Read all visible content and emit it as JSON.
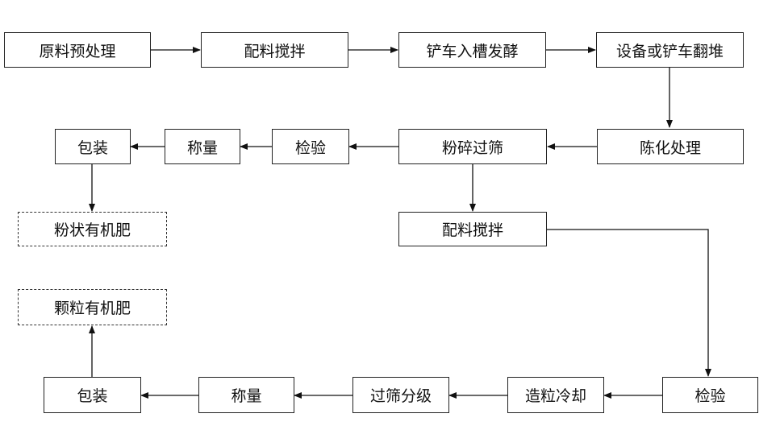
{
  "boxes": {
    "raw_pretreatment": "原料预处理",
    "mix_stir_1": "配料搅拌",
    "loader_tank_ferment": "铲车入槽发酵",
    "equip_loader_turn": "设备或铲车翻堆",
    "aging": "陈化处理",
    "crush_sieve": "粉碎过筛",
    "inspect_1": "检验",
    "weigh_1": "称量",
    "pack_1": "包装",
    "powder_fertilizer": "粉状有机肥",
    "mix_stir_2": "配料搅拌",
    "inspect_2": "检验",
    "granulate_cool": "造粒冷却",
    "sieve_grade": "过筛分级",
    "weigh_2": "称量",
    "pack_2": "包装",
    "granular_fertilizer": "颗粒有机肥"
  }
}
